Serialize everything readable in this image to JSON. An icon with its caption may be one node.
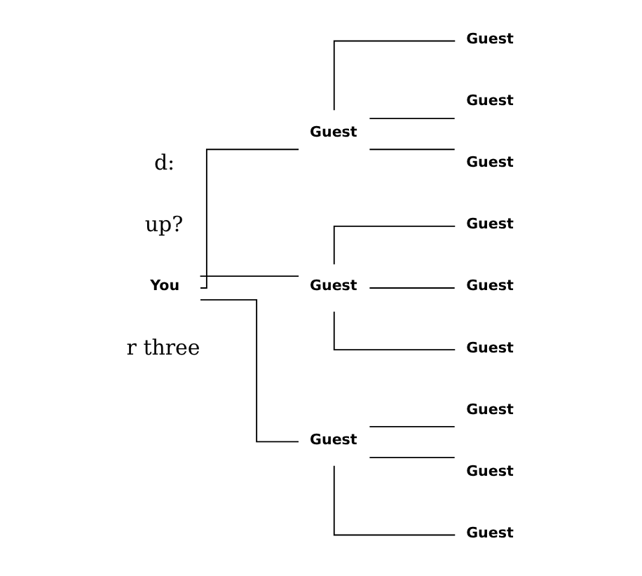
{
  "diagram": {
    "nodes": [
      {
        "text": [
          "You"
        ]
      },
      {
        "text": [
          "Guest"
        ]
      },
      {
        "text": [
          "Guest"
        ]
      },
      {
        "text": [
          "Guest"
        ]
      },
      {
        "text": [
          "Guest"
        ]
      },
      {
        "text": [
          "Guest"
        ]
      },
      {
        "text": [
          "Guest"
        ]
      },
      {
        "text": [
          "Guest"
        ]
      },
      {
        "text": [
          "Guest"
        ]
      },
      {
        "text": [
          "Guest"
        ]
      },
      {
        "text": [
          "Guest"
        ]
      },
      {
        "text": [
          "Guest"
        ]
      },
      {
        "text": [
          "Guest"
        ]
      }
    ],
    "edges": [
      {
        "from": 0,
        "to": 1,
        "arrow": "none"
      },
      {
        "from": 0,
        "to": 5,
        "arrow": "none"
      },
      {
        "from": 0,
        "to": 9,
        "arrow": "none"
      },
      {
        "from": 1,
        "to": 2,
        "arrow": "none"
      },
      {
        "from": 1,
        "to": 3,
        "arrow": "none"
      },
      {
        "from": 1,
        "to": 4,
        "arrow": "none"
      },
      {
        "from": 5,
        "to": 6,
        "arrow": "none"
      },
      {
        "from": 5,
        "to": 7,
        "arrow": "none"
      },
      {
        "from": 5,
        "to": 8,
        "arrow": "none"
      },
      {
        "from": 9,
        "to": 10,
        "arrow": "none"
      },
      {
        "from": 9,
        "to": 11,
        "arrow": "none"
      },
      {
        "from": 9,
        "to": 12,
        "arrow": "none"
      }
    ],
    "labels": [
      "d:",
      "up?",
      "r three"
    ]
  }
}
